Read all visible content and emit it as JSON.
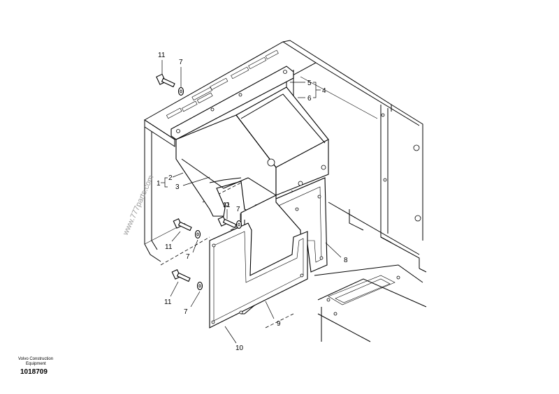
{
  "diagram": {
    "callouts": {
      "c11_top": "11",
      "c7_top": "7",
      "c5": "5",
      "c4": "4",
      "c6": "6",
      "c2": "2",
      "c1": "1",
      "c3": "3",
      "c11_mid": "11",
      "c7_mid": "7",
      "c11_left": "11",
      "c7_left": "7",
      "c11_low": "11",
      "c7_low": "7",
      "c8": "8",
      "c9": "9",
      "c10": "10"
    },
    "watermark": "www.777parts.com"
  },
  "footer": {
    "brand_line1": "Volvo Construction",
    "brand_line2": "Equipment",
    "drawing_number": "1018709"
  }
}
